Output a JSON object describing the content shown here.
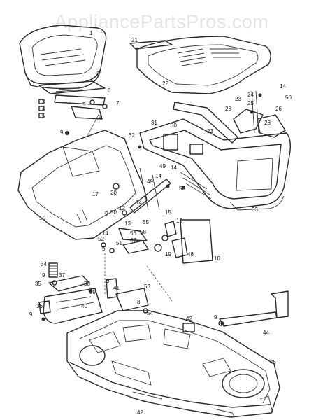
{
  "watermark": "AppliancePartsPros.com",
  "callouts": [
    {
      "id": "c1",
      "label": "1"
    },
    {
      "id": "c2",
      "label": "2"
    },
    {
      "id": "c3",
      "label": "3"
    },
    {
      "id": "c4",
      "label": "4"
    },
    {
      "id": "c5a",
      "label": "5"
    },
    {
      "id": "c5b",
      "label": "5"
    },
    {
      "id": "c6",
      "label": "6"
    },
    {
      "id": "c7",
      "label": "7"
    },
    {
      "id": "c8",
      "label": "8"
    },
    {
      "id": "c9a",
      "label": "9"
    },
    {
      "id": "c10",
      "label": "10"
    },
    {
      "id": "c12",
      "label": "12"
    },
    {
      "id": "c13",
      "label": "13"
    },
    {
      "id": "c14a",
      "label": "14"
    },
    {
      "id": "c14b",
      "label": "14"
    },
    {
      "id": "c14c",
      "label": "14"
    },
    {
      "id": "c14d",
      "label": "14"
    },
    {
      "id": "c14e",
      "label": "14"
    },
    {
      "id": "c15",
      "label": "15"
    },
    {
      "id": "c16",
      "label": "16"
    },
    {
      "id": "c17",
      "label": "17"
    },
    {
      "id": "c18",
      "label": "18"
    },
    {
      "id": "c19",
      "label": "19"
    },
    {
      "id": "c20",
      "label": "20"
    },
    {
      "id": "c21",
      "label": "21"
    },
    {
      "id": "c22",
      "label": "22"
    },
    {
      "id": "c23a",
      "label": "23"
    },
    {
      "id": "c23b",
      "label": "23"
    },
    {
      "id": "c24",
      "label": "24"
    },
    {
      "id": "c25",
      "label": "25"
    },
    {
      "id": "c26",
      "label": "26"
    },
    {
      "id": "c28a",
      "label": "28"
    },
    {
      "id": "c28b",
      "label": "28"
    },
    {
      "id": "c30",
      "label": "30"
    },
    {
      "id": "c31",
      "label": "31"
    },
    {
      "id": "c32",
      "label": "32"
    },
    {
      "id": "c33",
      "label": "33"
    },
    {
      "id": "c34",
      "label": "34"
    },
    {
      "id": "c35",
      "label": "35"
    },
    {
      "id": "c36",
      "label": "36"
    },
    {
      "id": "c37",
      "label": "37"
    },
    {
      "id": "c38",
      "label": "38"
    },
    {
      "id": "c39",
      "label": "39"
    },
    {
      "id": "c40",
      "label": "40"
    },
    {
      "id": "c41",
      "label": "41"
    },
    {
      "id": "c42a",
      "label": "42"
    },
    {
      "id": "c42b",
      "label": "42"
    },
    {
      "id": "c44",
      "label": "44"
    },
    {
      "id": "c45",
      "label": "45"
    },
    {
      "id": "c47",
      "label": "47"
    },
    {
      "id": "c48",
      "label": "48"
    },
    {
      "id": "c49a",
      "label": "49"
    },
    {
      "id": "c49b",
      "label": "49"
    },
    {
      "id": "c50a",
      "label": "50"
    },
    {
      "id": "c50b",
      "label": "50"
    },
    {
      "id": "c50c",
      "label": "50"
    },
    {
      "id": "c51",
      "label": "51"
    },
    {
      "id": "c52",
      "label": "52"
    },
    {
      "id": "c53",
      "label": "53"
    },
    {
      "id": "c54",
      "label": "54"
    },
    {
      "id": "c55",
      "label": "55"
    },
    {
      "id": "c56",
      "label": "56"
    },
    {
      "id": "c58",
      "label": "58"
    },
    {
      "id": "c9b",
      "label": "9"
    },
    {
      "id": "c9c",
      "label": "9"
    },
    {
      "id": "c9d",
      "label": "9"
    },
    {
      "id": "c9e",
      "label": "9"
    },
    {
      "id": "c9f",
      "label": "9"
    },
    {
      "id": "c5c",
      "label": "5"
    },
    {
      "id": "c8b",
      "label": "8"
    }
  ]
}
